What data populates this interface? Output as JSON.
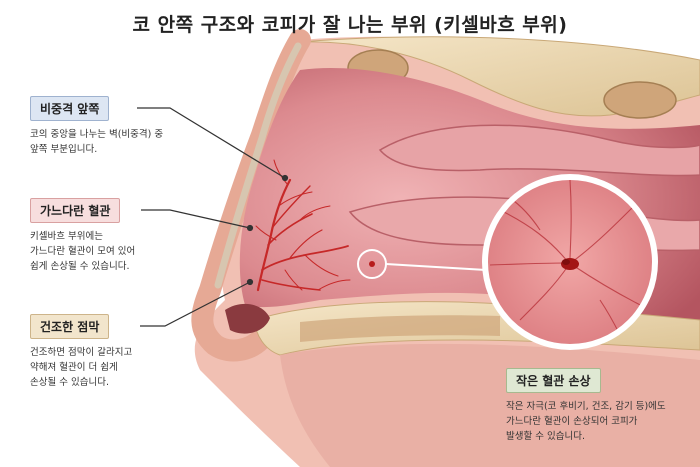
{
  "title": "코 안쪽 구조와 코피가 잘 나는 부위 (키셀바흐 부위)",
  "callouts": {
    "septum": {
      "label": "비중격 앞쪽",
      "desc": "코의 중앙을 나누는 벽(비중격) 중\n앞쪽 부분입니다."
    },
    "vessels": {
      "label": "가느다란 혈관",
      "desc": "키셀바흐 부위에는\n가느다란 혈관이 모여 있어\n쉽게 손상될 수 있습니다."
    },
    "dry": {
      "label": "건조한 점막",
      "desc": "건조하면 점막이 갈라지고\n약해져 혈관이 더 쉽게\n손상될 수 있습니다."
    },
    "damage": {
      "label": "작은 혈관 손상",
      "desc": "작은 자극(코 후비기, 건조, 감기 등)에도\n가느다란 혈관이 손상되어 코피가\n발생할 수 있습니다."
    }
  },
  "colors": {
    "mucosa": "#d9868b",
    "mucosa_dark": "#b9545c",
    "bone": "#ecd9b4",
    "skin": "#f2c8b8",
    "vessel": "#c62828",
    "leader": "#333333"
  }
}
